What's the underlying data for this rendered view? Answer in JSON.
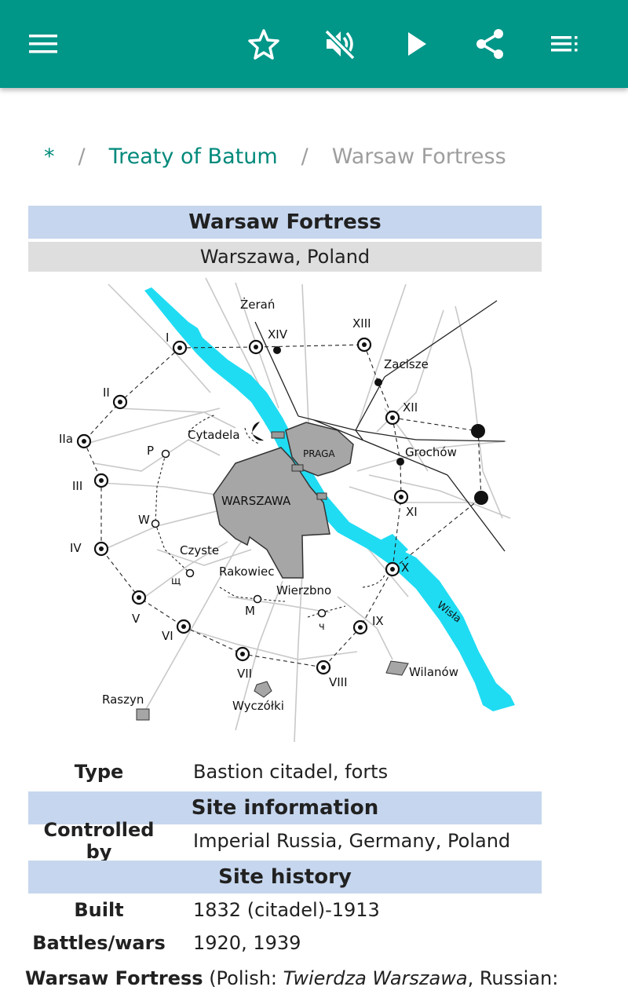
{
  "toolbar": {
    "icons": [
      "menu-icon",
      "star-icon",
      "volume-off-icon",
      "play-icon",
      "share-icon",
      "playlist-icon"
    ],
    "accent": "#009688"
  },
  "breadcrumb": {
    "home": "*",
    "separator": "/",
    "parent": "Treaty of Batum",
    "current": "Warsaw Fortress"
  },
  "infobox": {
    "title": "Warsaw Fortress",
    "location": "Warszawa, Poland",
    "map_labels": {
      "zeran": "Żerań",
      "xiv": "XIV",
      "xiii": "XIII",
      "i": "I",
      "zacisze": "Zacisze",
      "ii": "II",
      "xii": "XII",
      "cytadela": "Cytadela",
      "iia": "IIa",
      "p": "P",
      "praga": "PRAGA",
      "grochow": "Grochów",
      "iii": "III",
      "warszawa": "WARSZAWA",
      "xi": "XI",
      "w": "W",
      "iv": "IV",
      "czyste": "Czyste",
      "x": "X",
      "rakowiec": "Rakowiec",
      "shch": "щ",
      "wierzbno": "Wierzbno",
      "wisla": "Wisła",
      "v": "V",
      "m": "M",
      "ix": "IX",
      "ch": "ч",
      "vi": "VI",
      "vii": "VII",
      "viii": "VIII",
      "wilanow": "Wilanów",
      "raszyn": "Raszyn",
      "wyczolki": "Wyczółki"
    },
    "type_label": "Type",
    "type_value": "Bastion citadel, forts",
    "site_info_header": "Site information",
    "controlled_label": "Controlled by",
    "controlled_value": "Imperial Russia, Germany, Poland",
    "site_history_header": "Site history",
    "built_label": "Built",
    "built_value": "1832 (citadel)-1913",
    "battles_label": "Battles/wars",
    "battles_value": "1920, 1939"
  },
  "article": {
    "bold_name": "Warsaw Fortress",
    "text_a": " (Polish: ",
    "italic_name": "Twierdza Warszawa",
    "text_b": ", Russian:"
  }
}
